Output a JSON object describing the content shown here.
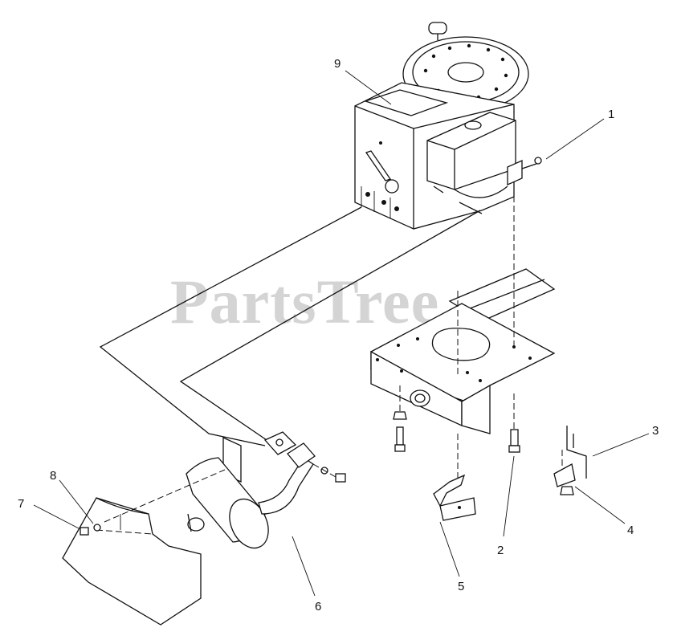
{
  "watermark": "PartsTree",
  "callouts": [
    "1",
    "2",
    "3",
    "4",
    "5",
    "6",
    "7",
    "8",
    "9"
  ]
}
